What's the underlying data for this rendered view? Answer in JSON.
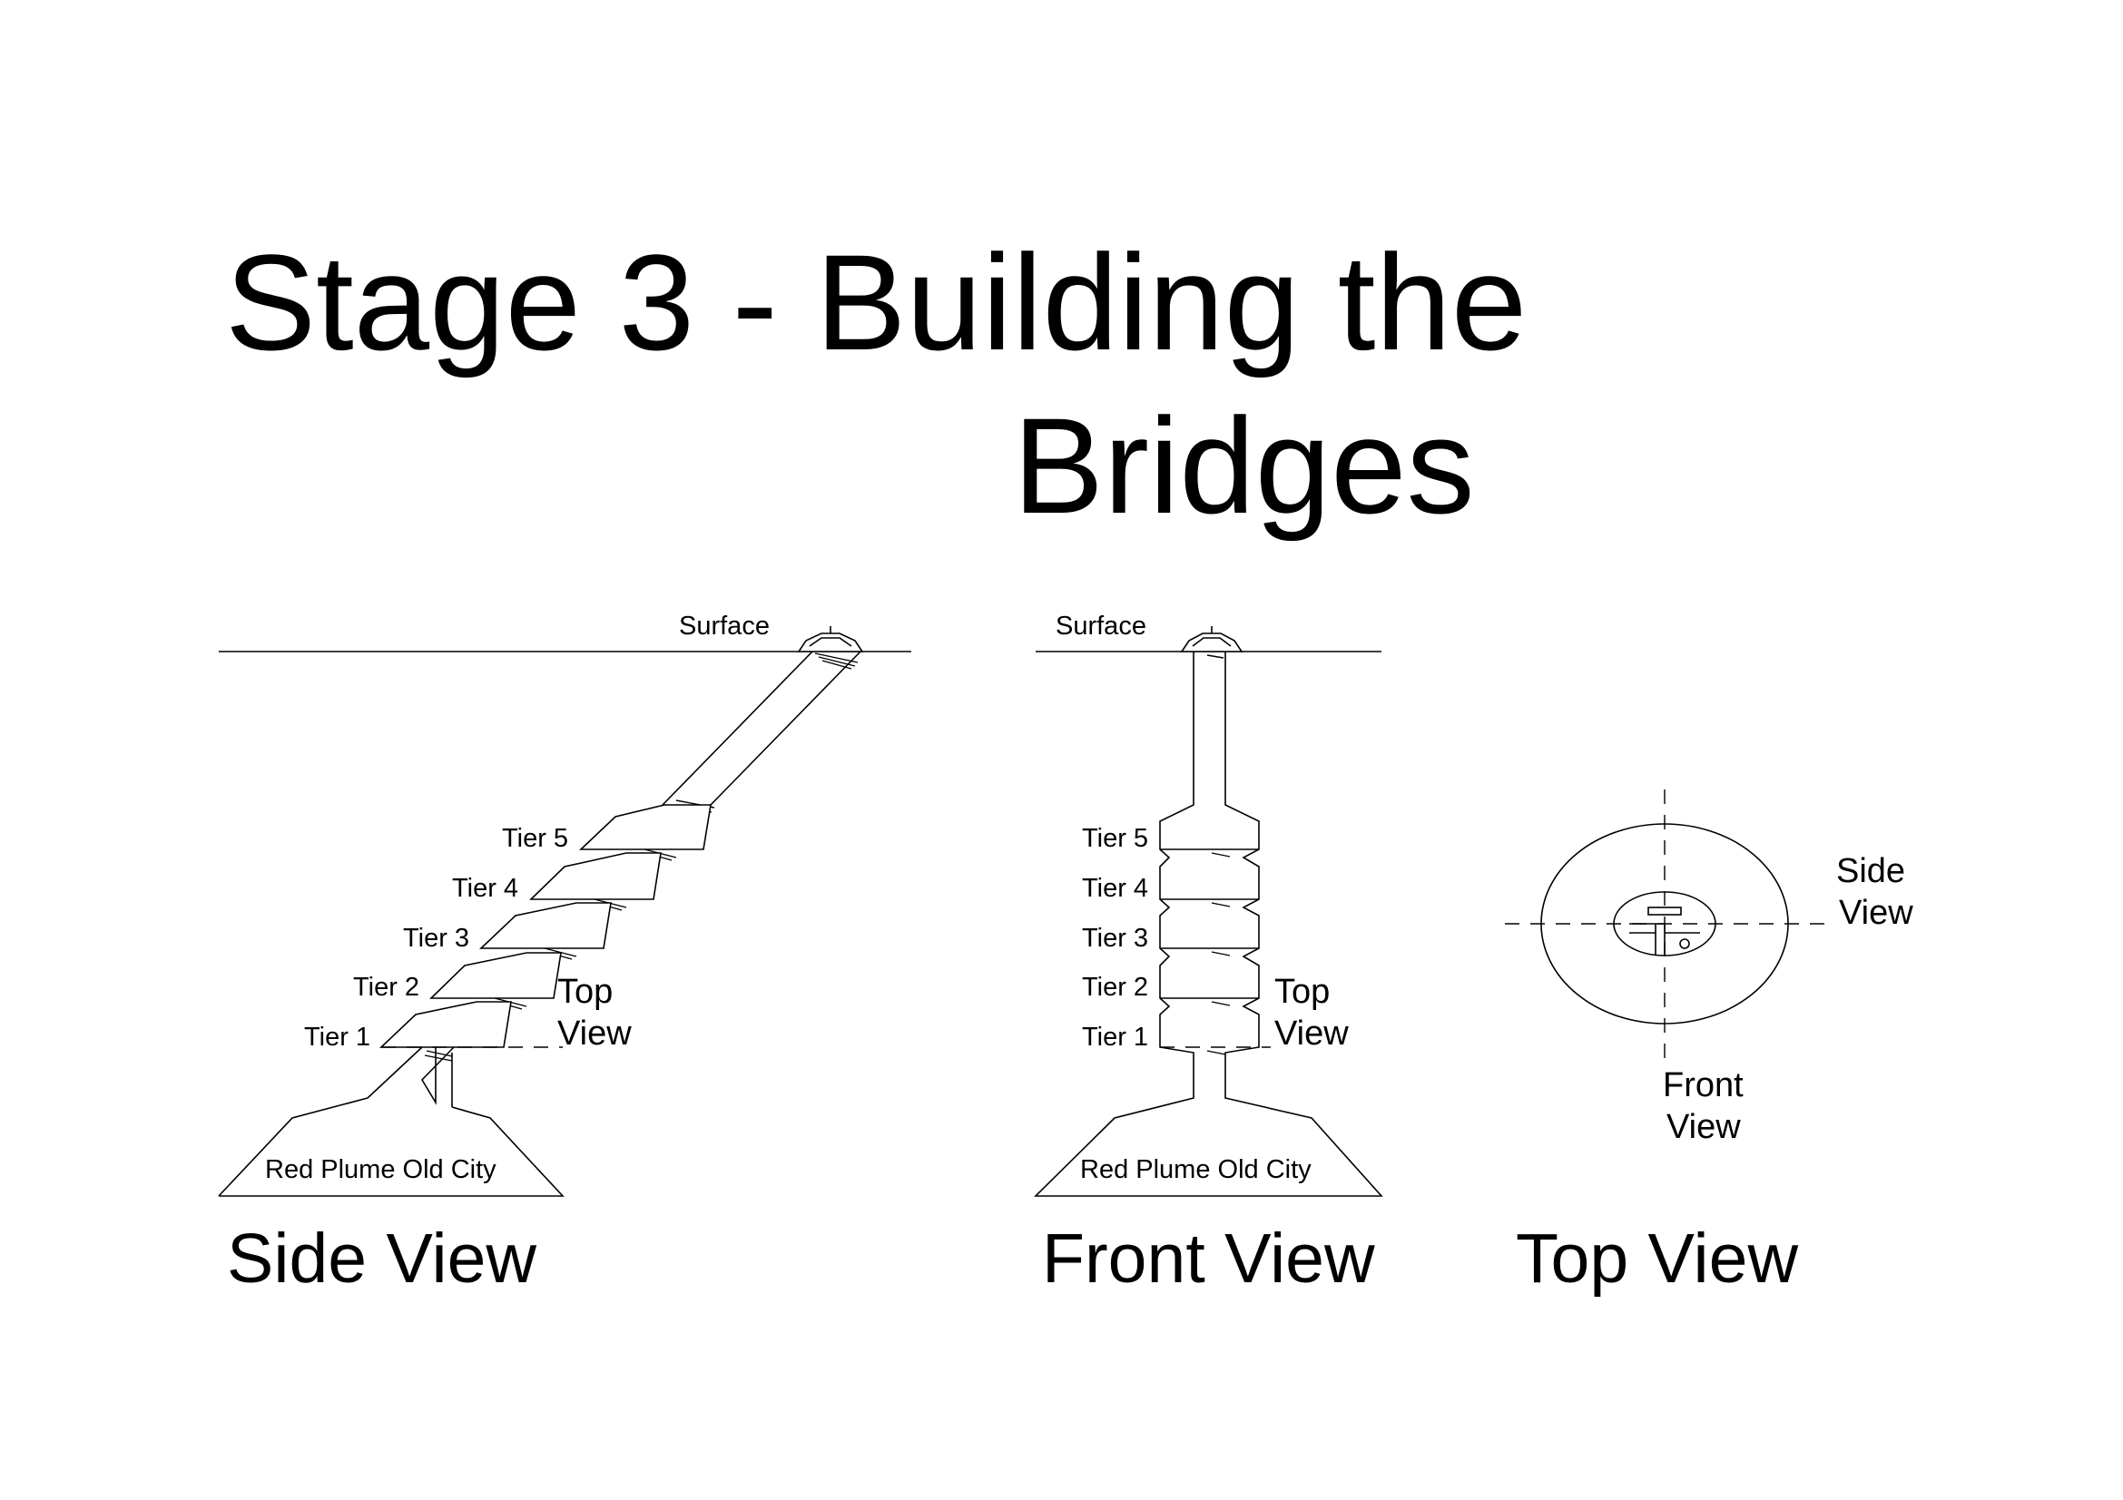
{
  "title": {
    "line1": "Stage 3 - Building the",
    "line2": "Bridges"
  },
  "side_view": {
    "caption": "Side View",
    "surface_label": "Surface",
    "tiers": [
      "Tier 5",
      "Tier 4",
      "Tier 3",
      "Tier 2",
      "Tier 1"
    ],
    "top_view_label_line1": "Top",
    "top_view_label_line2": "View",
    "city_label": "Red Plume Old City"
  },
  "front_view": {
    "caption": "Front View",
    "surface_label": "Surface",
    "tiers": [
      "Tier 5",
      "Tier 4",
      "Tier 3",
      "Tier 2",
      "Tier 1"
    ],
    "top_view_label_line1": "Top",
    "top_view_label_line2": "View",
    "city_label": "Red Plume Old City"
  },
  "top_view": {
    "caption": "Top View",
    "side_view_label_line1": "Side",
    "side_view_label_line2": "View",
    "front_view_label_line1": "Front",
    "front_view_label_line2": "View"
  },
  "colors": {
    "ink": "#000000",
    "background": "#ffffff"
  }
}
